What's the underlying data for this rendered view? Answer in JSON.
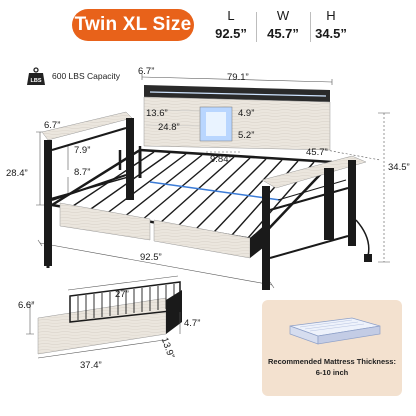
{
  "header": {
    "size_label": "Twin XL Size",
    "dimensions": [
      {
        "label": "L",
        "value": "92.5”"
      },
      {
        "label": "W",
        "value": "45.7”"
      },
      {
        "label": "H",
        "value": "34.5”"
      }
    ]
  },
  "capacity": {
    "icon_text": "LBS",
    "label": "600 LBS Capacity"
  },
  "bed_dims": {
    "top_shelf_depth": "6.7”",
    "top_length": "79.1”",
    "arm_depth": "6.7”",
    "shelf_height": "13.6”",
    "cubby_height": "4.9”",
    "shelf_width": "24.8”",
    "cubby_depth": "5.2”",
    "arm_height": "7.9”",
    "total_height": "28.4”",
    "side_height": "8.7”",
    "clearance": "9.84”",
    "width": "45.7”",
    "back_height": "34.5”",
    "length": "92.5”"
  },
  "drawer_dims": {
    "height": "6.6”",
    "width": "27”",
    "inner_height": "4.7”",
    "depth": "13.9”",
    "length": "37.4”"
  },
  "recommend": {
    "title": "Recommended Mattress Thickness:",
    "value": "6-10 inch"
  },
  "colors": {
    "accent": "#e8621a",
    "frame": "#1a1a1a",
    "wood": "#e9e4dc",
    "recommend_bg": "#f3e1cf"
  }
}
